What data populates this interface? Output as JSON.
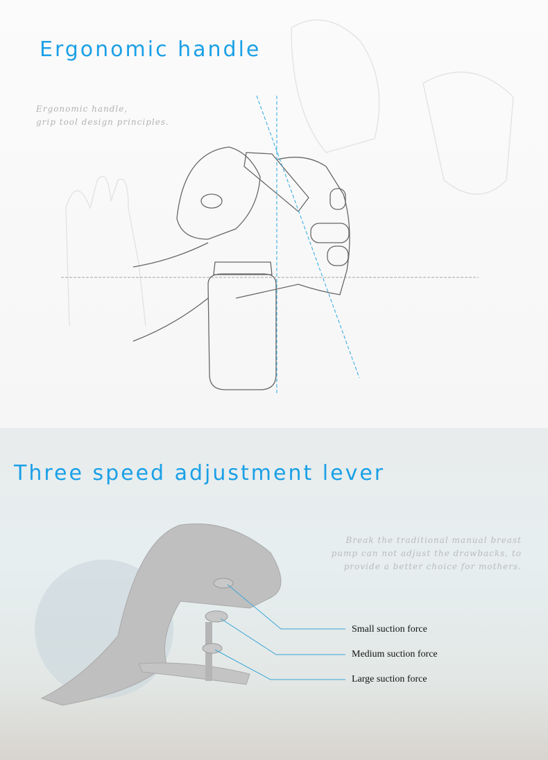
{
  "section1": {
    "title": "Ergonomic handle",
    "caption_line1": "Ergonomic handle,",
    "caption_line2": "grip tool design principles."
  },
  "section2": {
    "title": "Three speed adjustment lever",
    "caption_line1": "Break the traditional manual breast",
    "caption_line2": "pump can not adjust the drawbacks, to",
    "caption_line3": "provide a better choice for mothers.",
    "labels": [
      "Small suction force",
      "Medium suction force",
      "Large suction force"
    ]
  },
  "colors": {
    "accent": "#1aa0e6"
  }
}
